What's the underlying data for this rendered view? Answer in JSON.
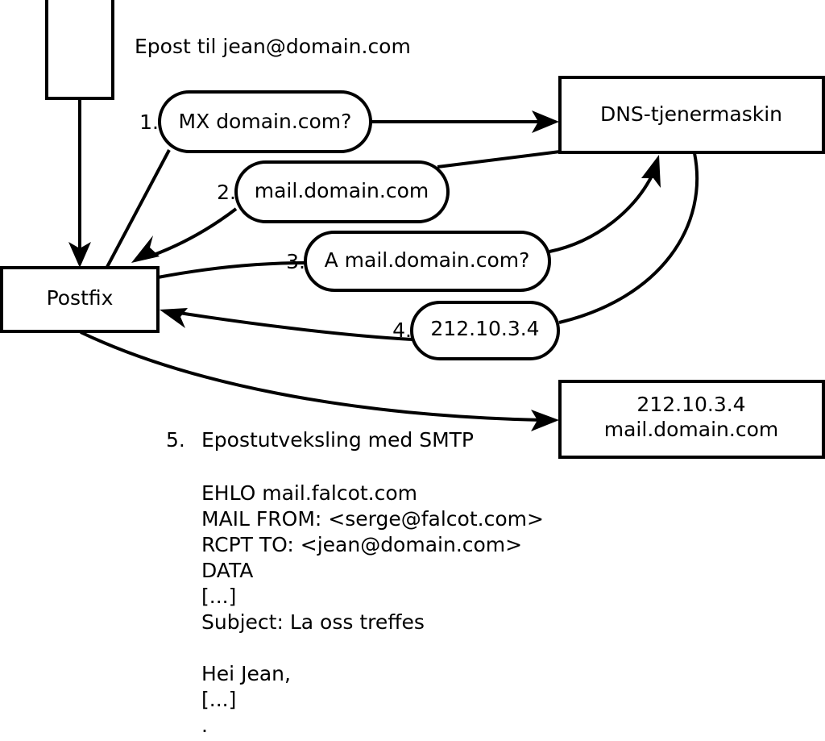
{
  "diagram": {
    "caption": "Epost til jean@domain.com",
    "nodes": [
      {
        "id": "sender",
        "label": ""
      },
      {
        "id": "postfix",
        "label": "Postfix"
      },
      {
        "id": "dns",
        "label": "DNS-tjenermaskin"
      },
      {
        "id": "mailserver",
        "line1": "212.10.3.4",
        "line2": "mail.domain.com"
      }
    ],
    "steps": [
      {
        "number": "1.",
        "label": "MX domain.com?"
      },
      {
        "number": "2.",
        "label": "mail.domain.com"
      },
      {
        "number": "3.",
        "label": "A mail.domain.com?"
      },
      {
        "number": "4.",
        "label": "212.10.3.4"
      }
    ],
    "step5": {
      "number": "5.",
      "label": "Epostutveksling med SMTP"
    },
    "smtp_transcript": [
      "EHLO mail.falcot.com",
      "MAIL FROM: <serge@falcot.com>",
      "RCPT TO: <jean@domain.com>",
      "DATA",
      "[...]",
      "Subject: La oss treffes",
      "",
      "Hei Jean,",
      "[...]",
      "",
      "."
    ]
  }
}
